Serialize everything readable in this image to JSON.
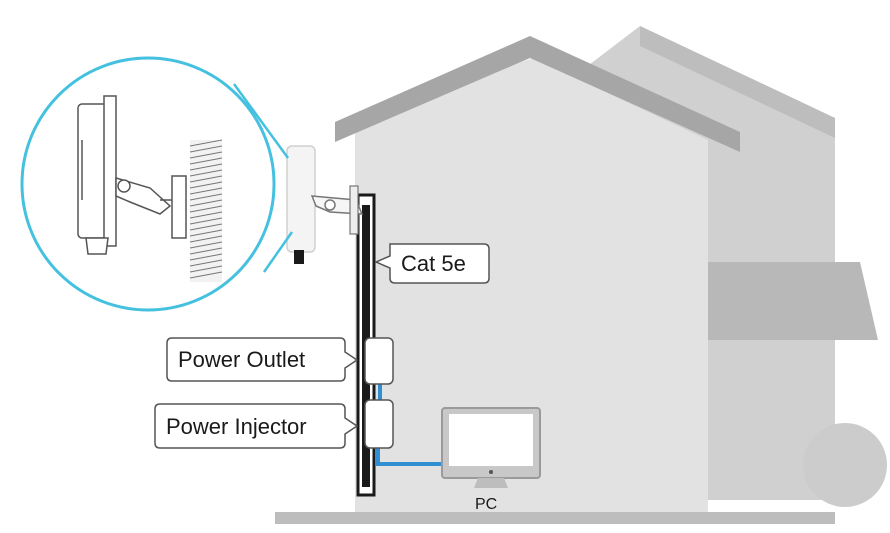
{
  "labels": {
    "cable": "Cat 5e",
    "power_outlet": "Power Outlet",
    "power_injector": "Power Injector",
    "pc": "PC"
  },
  "colors": {
    "house_front": "#e2e2e2",
    "house_back": "#cfcfcf",
    "roof": "#a6a6a6",
    "ground": "#bdbdbd",
    "ethernet_cable": "#2f8fd0",
    "magnifier_ring": "#45c1e0",
    "outline": "#1a1a1a"
  },
  "icons": {
    "device": "outdoor-access-point-icon",
    "mount": "wall-mount-bracket-icon",
    "outlet": "power-outlet-icon",
    "injector": "power-injector-icon",
    "computer": "desktop-monitor-icon"
  }
}
